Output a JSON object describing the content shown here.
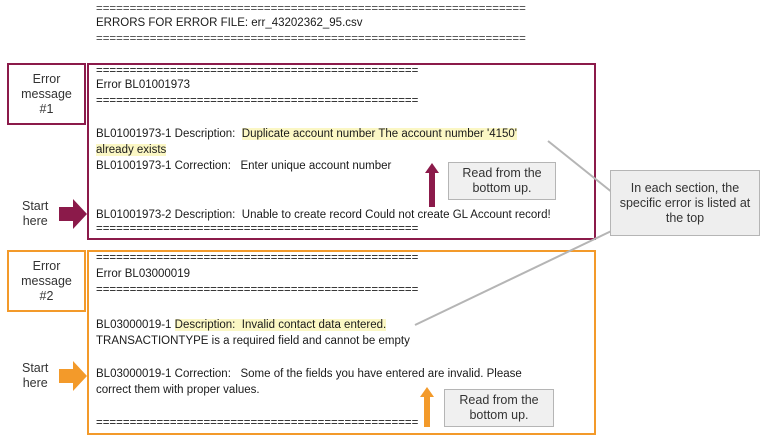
{
  "header": {
    "rule": "================================================================",
    "title": "ERRORS FOR ERROR FILE: err_43202362_95.csv"
  },
  "section1": {
    "label_line1": "Error",
    "label_line2": "message",
    "label_line3": "#1",
    "rule": "================================================",
    "error_title": "Error BL01001973",
    "desc1_prefix": "BL01001973-1 Description:  ",
    "desc1_hl": "Duplicate account number The account number '4150'",
    "desc1_hl2": "already exists",
    "correction1": "BL01001973-1 Correction:   Enter unique account number",
    "desc2": "BL01001973-2 Description:  Unable to create record Could not create GL Account record!",
    "start_line1": "Start",
    "start_line2": "here",
    "read_line1": "Read from the",
    "read_line2": "bottom up.",
    "color": "#8b1a4a"
  },
  "section2": {
    "label_line1": "Error",
    "label_line2": "message",
    "label_line3": "#2",
    "rule": "================================================",
    "error_title": "Error BL03000019",
    "desc_prefix": "BL03000019-1 ",
    "desc_hl": "Description:  Invalid contact data entered.",
    "desc_line2": "TRANSACTIONTYPE is a required field and cannot be empty",
    "correction_line1": "BL03000019-1 Correction:   Some of the fields you have entered are invalid. Please",
    "correction_line2": "correct them with proper values.",
    "start_line1": "Start",
    "start_line2": "here",
    "read_line1": "Read from the",
    "read_line2": "bottom up.",
    "color": "#f39a2a"
  },
  "callout": {
    "text": "In each section, the specific error is listed at the top"
  }
}
